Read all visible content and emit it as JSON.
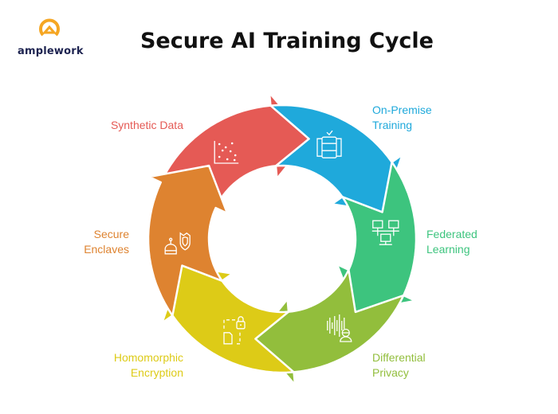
{
  "logo": {
    "text": "amplework",
    "color": "#F5A623"
  },
  "title": "Secure AI Training Cycle",
  "stages": [
    {
      "label_lines": [
        "Synthetic Data"
      ],
      "color": "#E55A55",
      "icon": "scatter-plot-icon"
    },
    {
      "label_lines": [
        "On-Premise",
        "Training"
      ],
      "color": "#1FA9DB",
      "icon": "server-rack-icon"
    },
    {
      "label_lines": [
        "Federated",
        "Learning"
      ],
      "color": "#3DC47E",
      "icon": "network-computers-icon"
    },
    {
      "label_lines": [
        "Differential",
        "Privacy"
      ],
      "color": "#92BE3C",
      "icon": "noise-person-icon"
    },
    {
      "label_lines": [
        "Homomorphic",
        "Encryption"
      ],
      "color": "#DDCB17",
      "icon": "encrypted-file-icon"
    },
    {
      "label_lines": [
        "Secure",
        "Enclaves"
      ],
      "color": "#DE8330",
      "icon": "robot-shield-icon"
    }
  ]
}
